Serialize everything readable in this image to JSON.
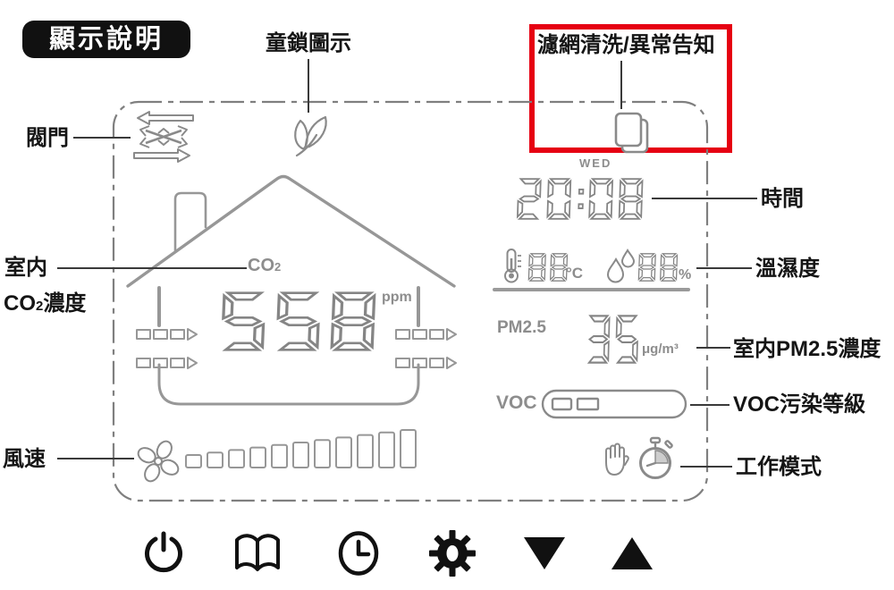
{
  "badge": {
    "label": "顯示說明"
  },
  "annotations": {
    "child_lock": "童鎖圖示",
    "filter_alert": "濾網清洗/異常告知",
    "valve": "閥門",
    "indoor_co2_line1": "室内",
    "indoor_co2_pre": "CO",
    "indoor_co2_sub": "2",
    "indoor_co2_post": "濃度",
    "fan_speed": "風速",
    "time": "時間",
    "temp_humidity": "溫濕度",
    "indoor_pm25": "室内PM2.5濃度",
    "voc_level": "VOC污染等級",
    "work_mode": "工作模式"
  },
  "display": {
    "weekday": "WED",
    "time_value": "20:08",
    "co2_pre": "CO",
    "co2_sub": "2",
    "co2_value": "558",
    "co2_unit": "ppm",
    "temp_value": "88",
    "temp_unit": "°C",
    "humidity_value": "88",
    "humidity_unit": "%",
    "pm25_label": "PM2.5",
    "pm25_value": "35",
    "pm25_unit": "μg/m³",
    "voc_label": "VOC",
    "fan_bars": 11
  },
  "colors": {
    "highlight": "#e60012",
    "lcd": "#8a8a8a",
    "ink": "#111111"
  },
  "buttons": [
    {
      "name": "power"
    },
    {
      "name": "book"
    },
    {
      "name": "clock"
    },
    {
      "name": "settings"
    },
    {
      "name": "down"
    },
    {
      "name": "up"
    }
  ]
}
